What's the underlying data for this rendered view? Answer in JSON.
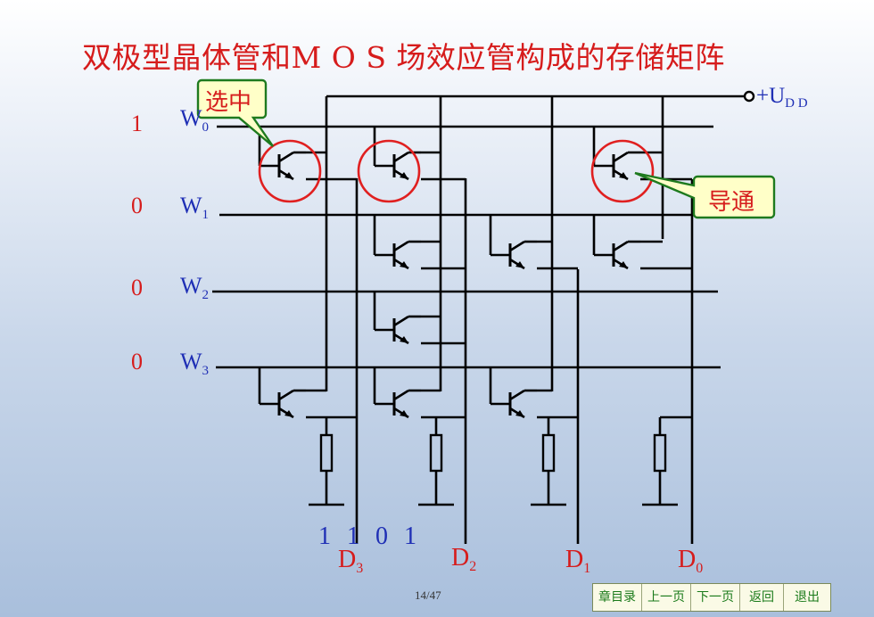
{
  "title": "双极型晶体管和M O S 场效应管构成的存储矩阵",
  "supply": {
    "prefix": "+U",
    "sub": "D D"
  },
  "word_lines": [
    {
      "level": "1",
      "name": "W",
      "index": "0"
    },
    {
      "level": "0",
      "name": "W",
      "index": "1"
    },
    {
      "level": "0",
      "name": "W",
      "index": "2"
    },
    {
      "level": "0",
      "name": "W",
      "index": "3"
    }
  ],
  "data_lines": [
    {
      "name": "D",
      "index": "3"
    },
    {
      "name": "D",
      "index": "2"
    },
    {
      "name": "D",
      "index": "1"
    },
    {
      "name": "D",
      "index": "0"
    }
  ],
  "output_bits": [
    "1",
    "1",
    "0",
    "1"
  ],
  "callouts": {
    "selected": "选中",
    "conducting": "导通"
  },
  "page": "14/47",
  "nav": {
    "contents": "章目录",
    "prev": "上一页",
    "next": "下一页",
    "back": "返回",
    "exit": "退出"
  },
  "colors": {
    "title": "#d61c1c",
    "label_blue": "#1f2fb5",
    "circle": "#e02020",
    "callout_bg": "#ffffc8",
    "callout_border": "#1e7a1e"
  }
}
